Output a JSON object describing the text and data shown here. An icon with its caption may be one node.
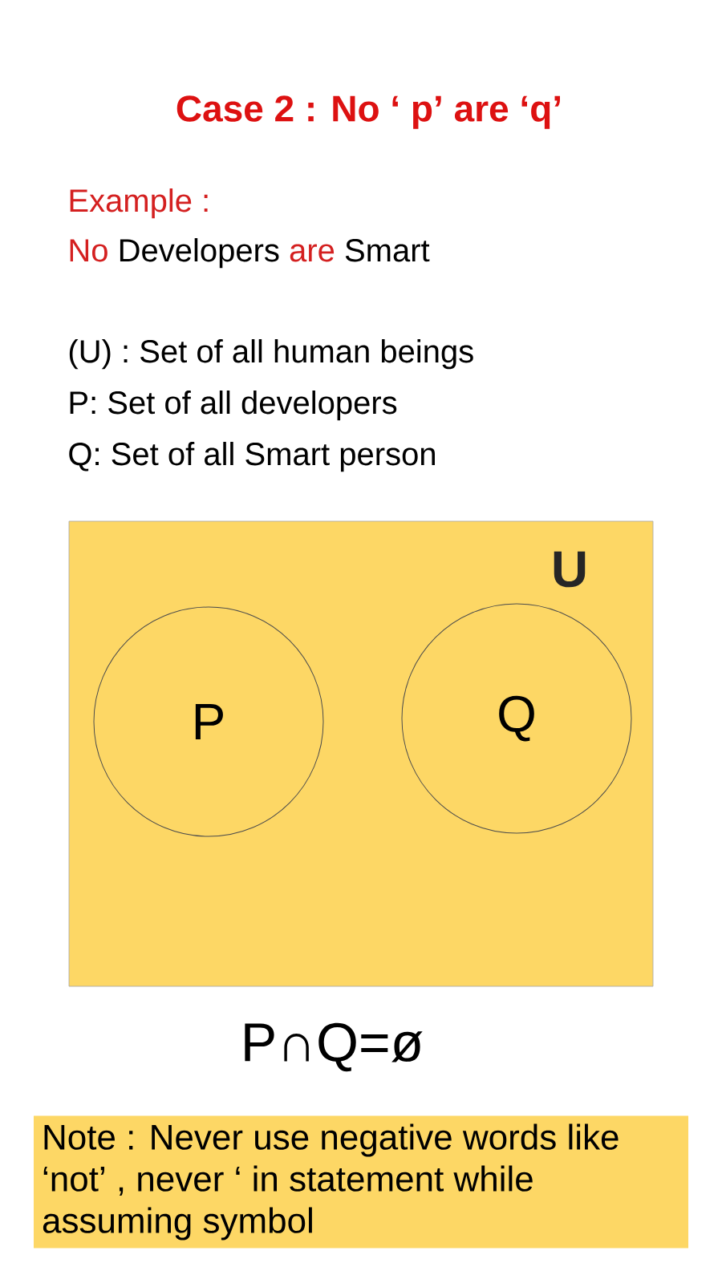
{
  "diagram": {
    "title": "Case 2 : No ‘ p’ are ‘q’",
    "nodes": [
      {
        "text": [
          "U"
        ]
      },
      {
        "text": [
          "P"
        ],
        "in": 0
      },
      {
        "text": [
          "Q"
        ],
        "in": 0
      },
      {
        "text": [
          "Note : Never use negative words like ‘not’ , never ‘ in statement while assuming symbol"
        ]
      }
    ],
    "labels": [
      "Example :",
      "No",
      "Developers",
      "are",
      "Smart",
      "(U) : Set of all human  beings",
      "P: Set of all developers",
      "Q: Set of all Smart person",
      "P∩Q=ø"
    ]
  }
}
